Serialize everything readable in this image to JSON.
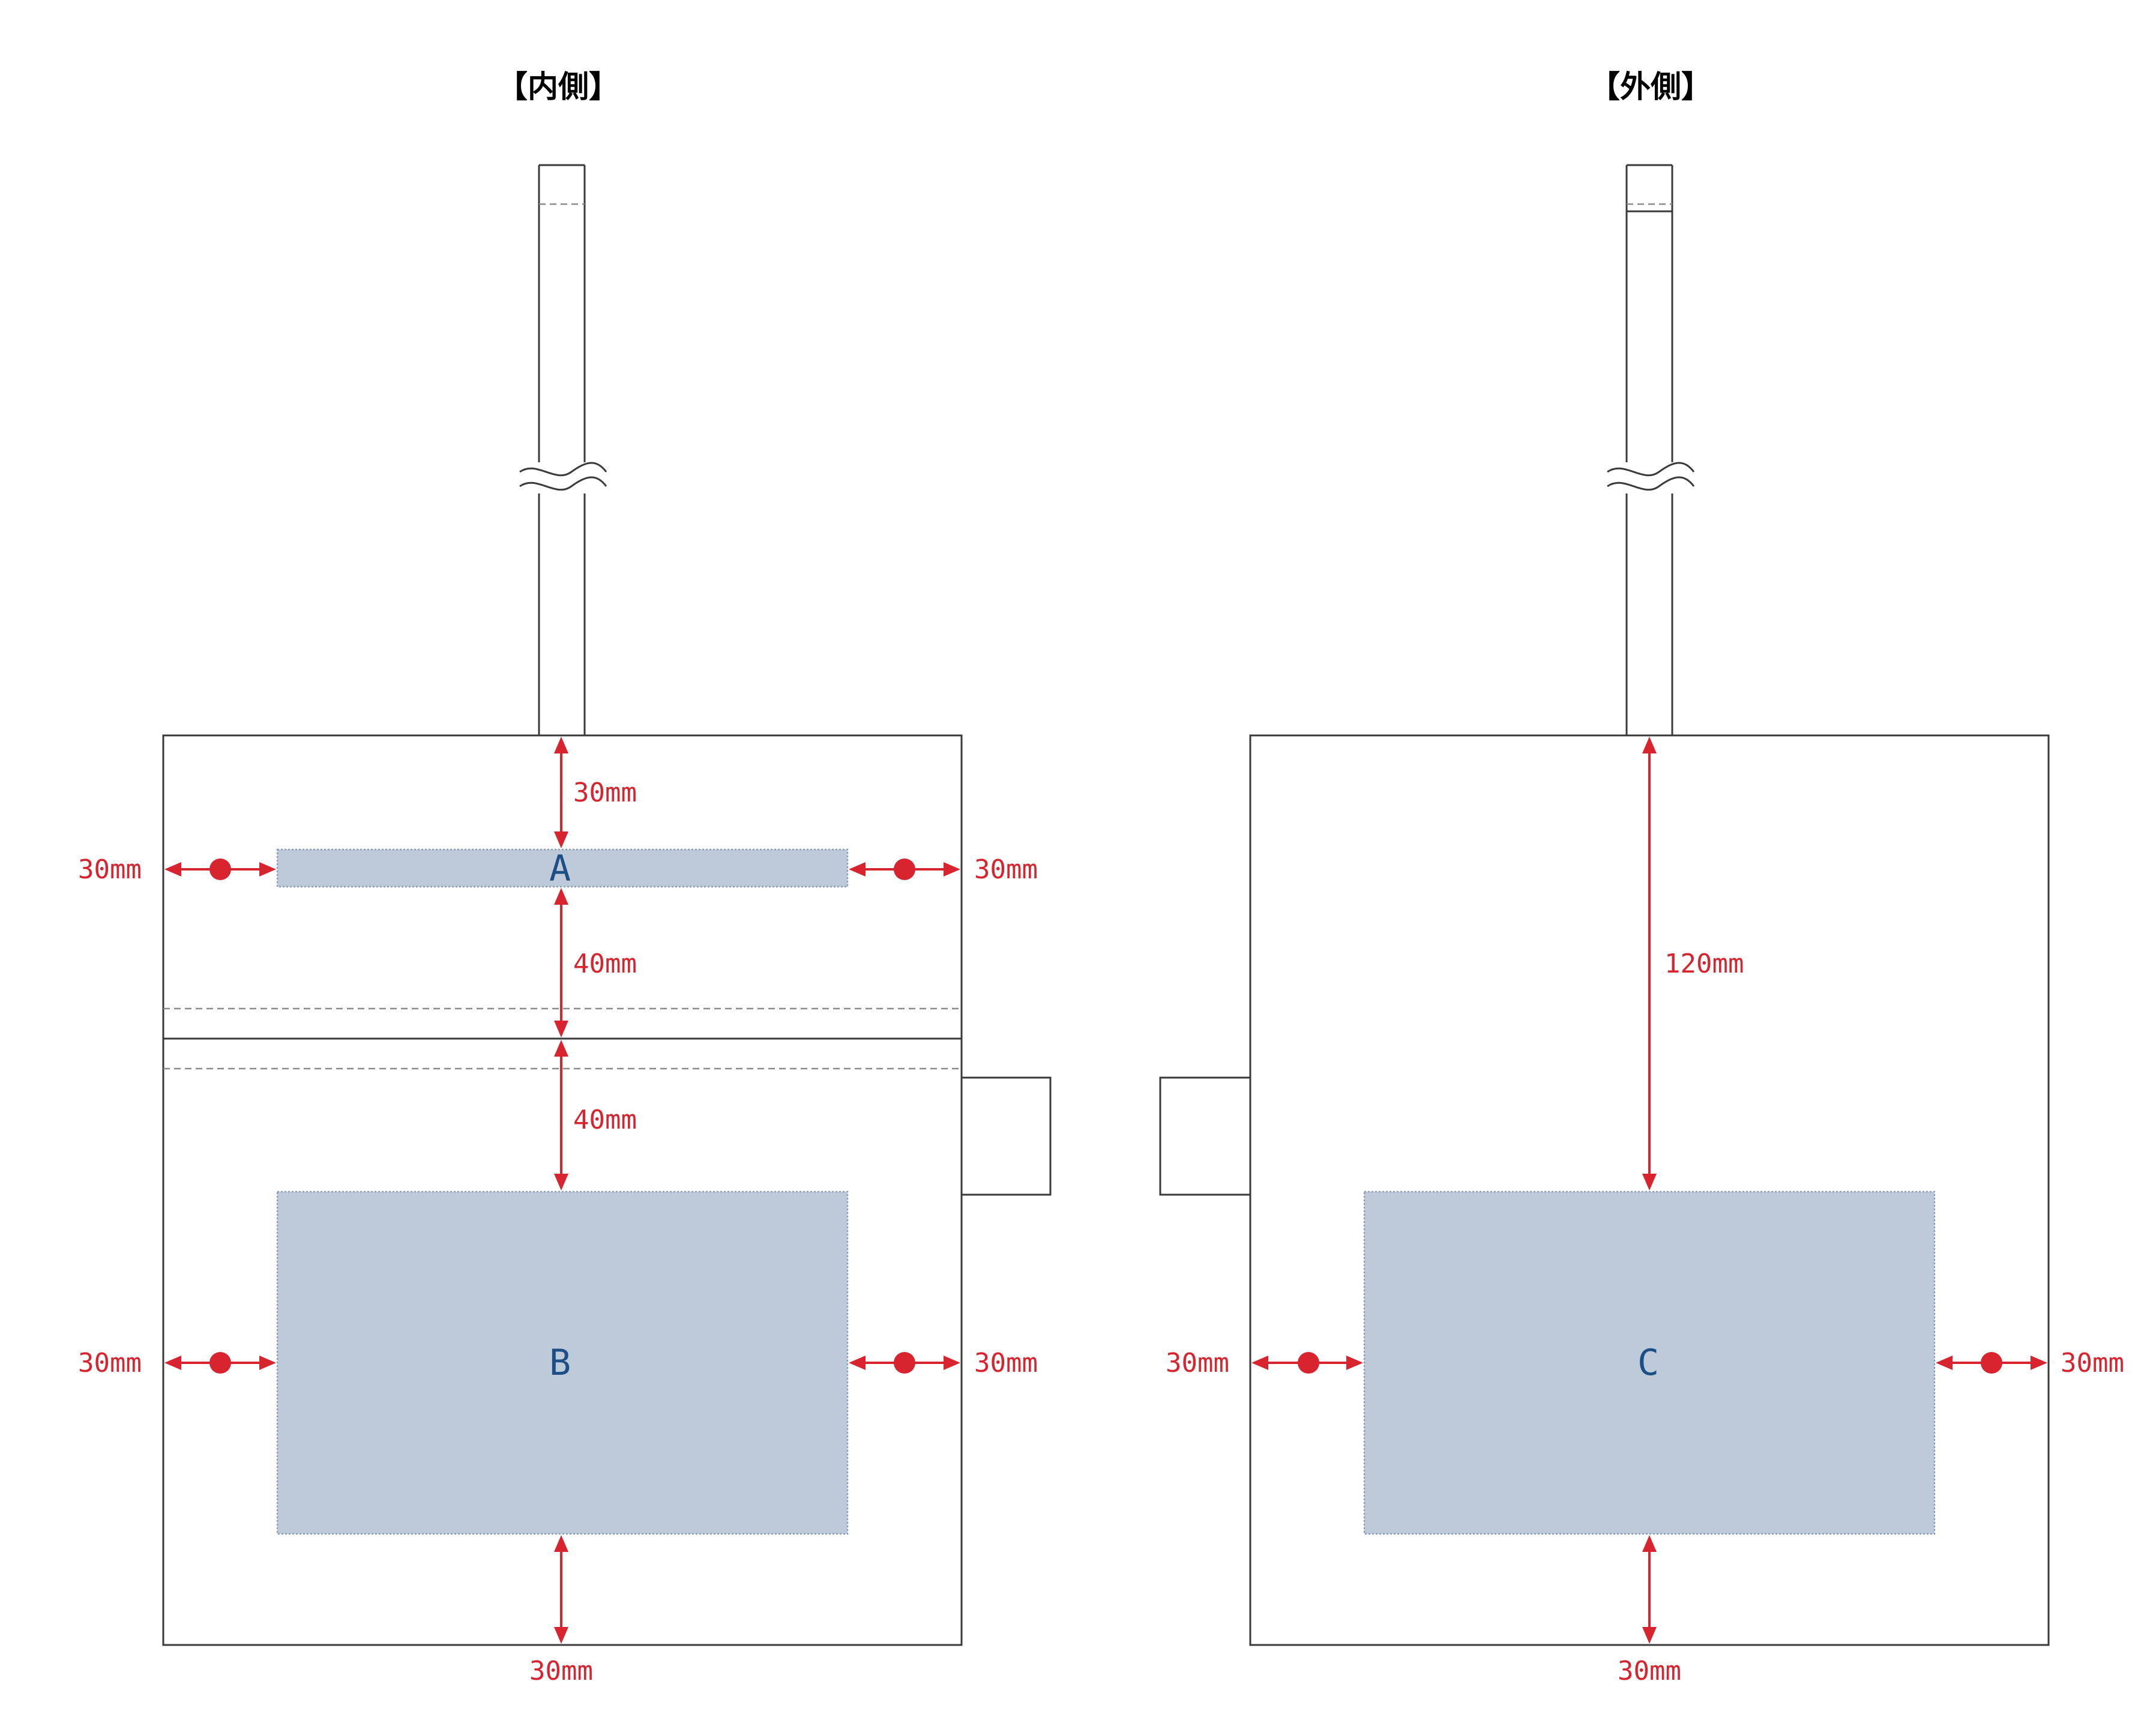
{
  "colors": {
    "accent_red": "#d7242e",
    "print_area_fill": "#bdcad9",
    "print_area_text": "#1d4f86",
    "outline": "#3a3a3a",
    "seam": "#8a8a8a"
  },
  "panels": {
    "inner": {
      "title": "【内側】",
      "zones": {
        "a": "A",
        "b": "B"
      },
      "dimensions": {
        "top_to_a": "30mm",
        "a_left": "30mm",
        "a_right": "30mm",
        "a_to_seam": "40mm",
        "seam_to_b": "40mm",
        "b_left": "30mm",
        "b_right": "30mm",
        "b_bottom": "30mm"
      }
    },
    "outer": {
      "title": "【外側】",
      "zones": {
        "c": "C"
      },
      "dimensions": {
        "top_to_c": "120mm",
        "c_left": "30mm",
        "c_right": "30mm",
        "c_bottom": "30mm"
      }
    }
  }
}
